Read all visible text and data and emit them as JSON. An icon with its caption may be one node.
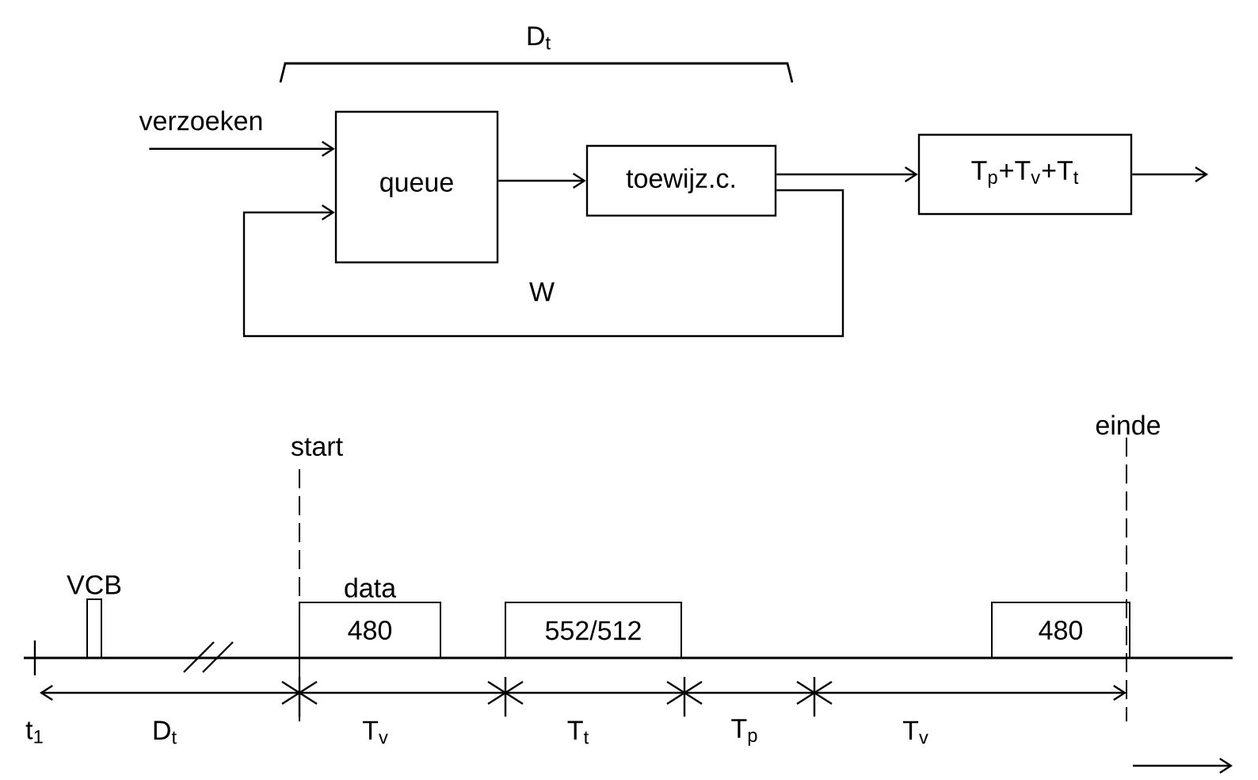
{
  "diagram": {
    "nodes": [
      {
        "text": [
          "verzoeken"
        ]
      },
      {
        "text": [
          "queue"
        ]
      },
      {
        "text": [
          "toewijz.c."
        ]
      },
      {
        "text": [
          "T$_{p}$+T$_{v}$+T$_{t}$"
        ]
      },
      {
        "text": [
          "VCB"
        ]
      },
      {
        "text": [
          "data",
          "480"
        ]
      },
      {
        "text": [
          "552/512"
        ]
      },
      {
        "text": [
          "480"
        ]
      }
    ],
    "edges": [
      {
        "from": 0,
        "to": 1,
        "arrow": "to"
      },
      {
        "from": 1,
        "to": 2,
        "arrow": "to"
      },
      {
        "from": 2,
        "to": 3,
        "arrow": "to"
      },
      {
        "from": 3,
        "to": null,
        "arrow": "to"
      },
      {
        "from": 2,
        "to": 1,
        "arrow": "to",
        "label": "W"
      }
    ],
    "labels": [
      "D$_{t}$",
      "start",
      "einde",
      "t$_{1}$",
      "D$_{t}$",
      "T$_{v}$",
      "T$_{t}$",
      "T$_{p}$",
      "T$_{v}$"
    ]
  }
}
